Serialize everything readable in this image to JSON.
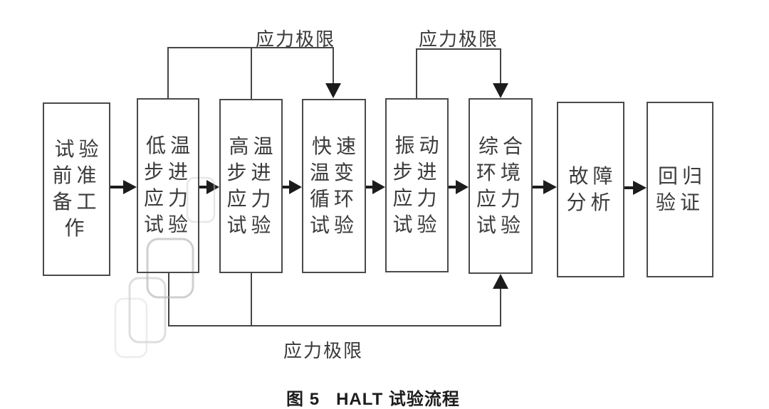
{
  "figure": {
    "caption": "图 5   HALT 试验流程"
  },
  "labels": {
    "stress_limit_top_left": "应力极限",
    "stress_limit_top_right": "应力极限",
    "stress_limit_bottom": "应力极限"
  },
  "flow": {
    "nodes": [
      {
        "id": "pre-test-preparation",
        "label": "试验\n前准\n备工\n作"
      },
      {
        "id": "low-temp-step-stress-test",
        "label": "低温\n步进\n应力\n试验"
      },
      {
        "id": "high-temp-step-stress-test",
        "label": "高温\n步进\n应力\n试验"
      },
      {
        "id": "rapid-thermal-cycle-test",
        "label": "快速\n温变\n循环\n试验"
      },
      {
        "id": "vibration-step-stress-test",
        "label": "振动\n步进\n应力\n试验"
      },
      {
        "id": "combined-env-stress-test",
        "label": "综合\n环境\n应力\n试验"
      },
      {
        "id": "failure-analysis",
        "label": "故障\n分析"
      },
      {
        "id": "regression-verification",
        "label": "回归\n验证"
      }
    ]
  },
  "colors": {
    "line": "#454545",
    "box_border": "#4a4a4a",
    "text": "#3b3b3b",
    "watermark": "#bdbdbd",
    "background": "#ffffff"
  }
}
